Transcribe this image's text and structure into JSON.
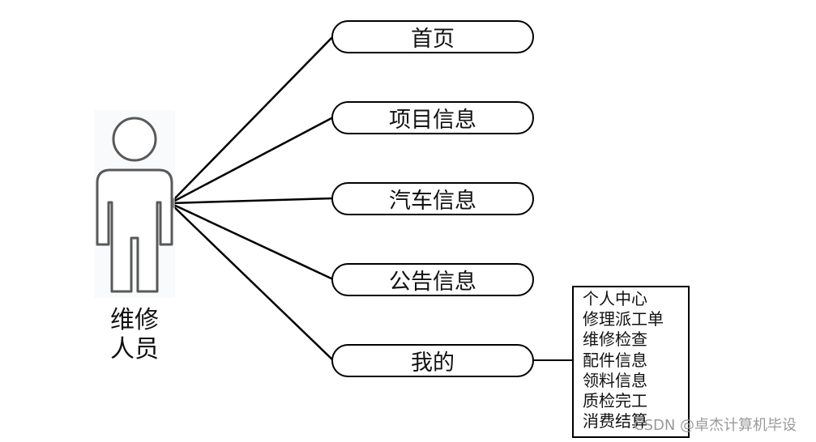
{
  "actor": {
    "label_line1": "维修",
    "label_line2": "人员"
  },
  "use_cases": [
    "首页",
    "项目信息",
    "汽车信息",
    "公告信息",
    "我的"
  ],
  "submenu": [
    "个人中心",
    "修理派工单",
    "维修检查",
    "配件信息",
    "领料信息",
    "质检完工",
    "消费结算"
  ],
  "watermark": "CSDN @卓杰计算机毕设",
  "colors": {
    "line": "#000000",
    "actor_outline": "#595959",
    "actor_glow": "#dce6f2",
    "watermark": "#9a9a9a"
  }
}
